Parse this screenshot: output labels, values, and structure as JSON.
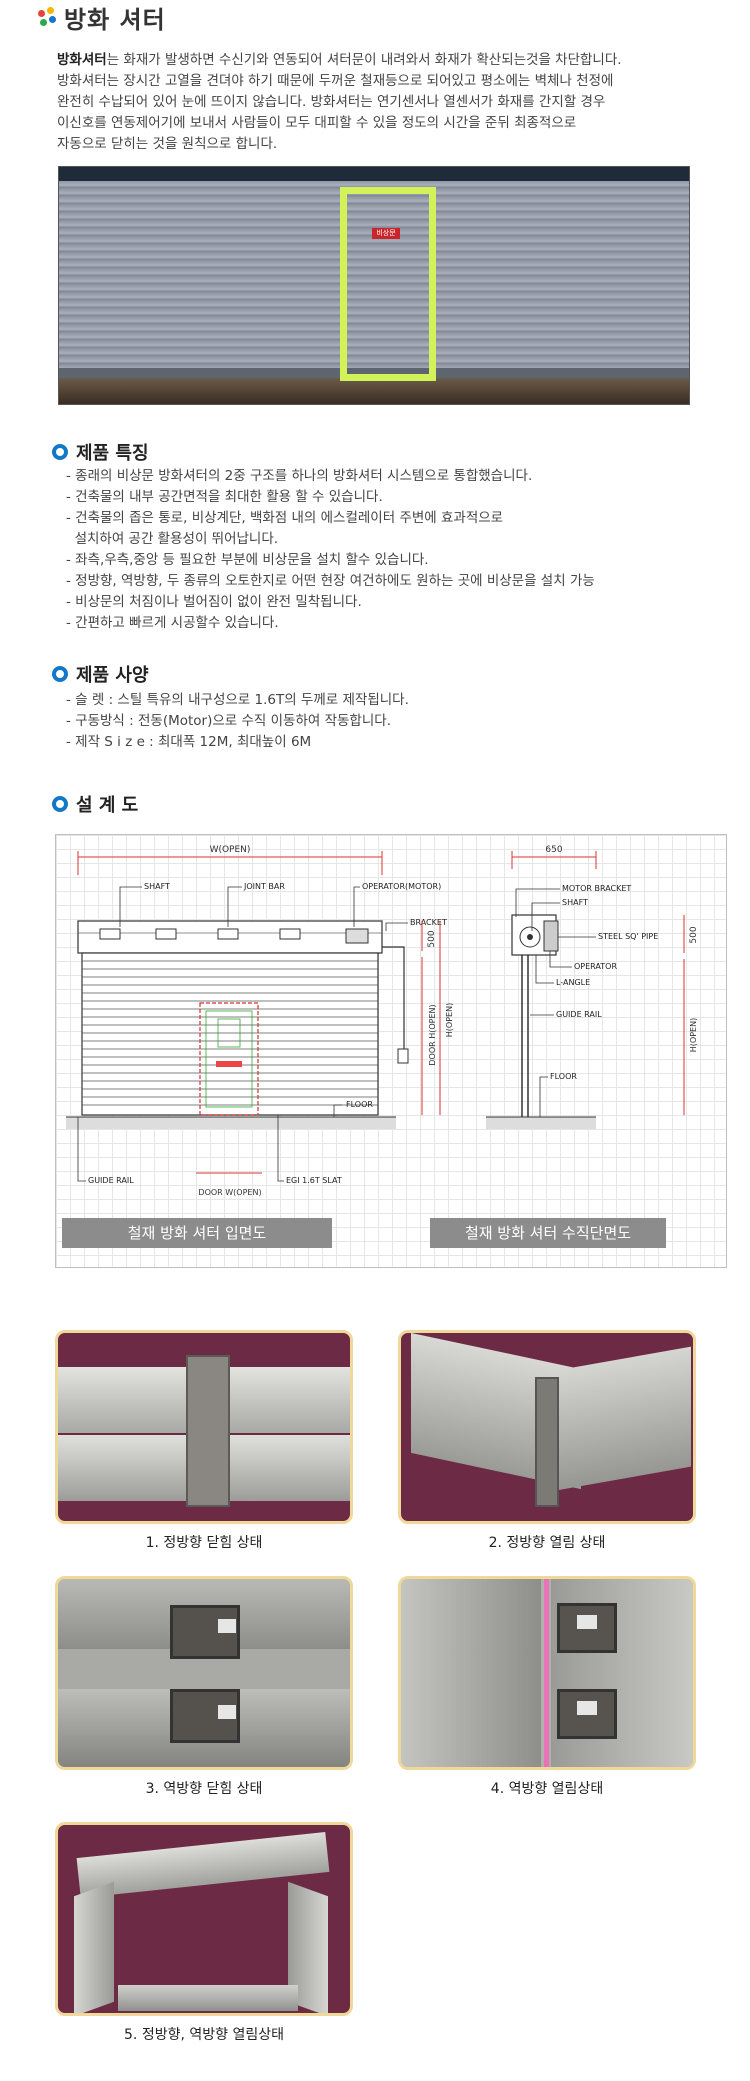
{
  "header": {
    "title": "방화 셔터"
  },
  "intro": {
    "brand": "방화셔터",
    "lines": [
      "는 화재가 발생하면 수신기와 연동되어 셔터문이 내려와서 화재가 확산되는것을 차단합니다.",
      "방화셔터는 장시간 고열을 견뎌야 하기 때문에 두꺼운 철재등으로 되어있고 평소에는 벽체나 천정에",
      "완전히 수납되어 있어 눈에 뜨이지 않습니다. 방화셔터는 연기센서나 열센서가 화재를 간지할 경우",
      "이신호를 연동제어기에 보내서 사람들이 모두 대피할 수 있을 정도의 시간을 준뒤  최종적으로",
      "자동으로 닫히는 것을 원칙으로 합니다."
    ]
  },
  "hero": {
    "door_sign": "비상문"
  },
  "features": {
    "title": "제품 특징",
    "items": [
      "- 종래의 비상문 방화셔터의 2중 구조를 하나의 방화셔터 시스템으로 통합했습니다.",
      "- 건축물의 내부 공간면적을 최대한 활용 할 수 있습니다.",
      "- 건축물의 좁은 통로, 비상계단, 백화점 내의 에스컬레이터 주변에 효과적으로",
      "  설치하여 공간 활용성이 뛰어납니다.",
      "- 좌측,우측,중앙 등 필요한 부분에 비상문을 설치 할수 있습니다.",
      "- 정방향, 역방향, 두 종류의 오토한지로 어떤 현장 여건하에도 원하는 곳에 비상문을 설치 가능",
      "- 비상문의 처짐이나 벌어짐이 없이 완전 밀착됩니다.",
      "- 간편하고 빠르게 시공할수 있습니다."
    ]
  },
  "specs": {
    "title": "제품 사양",
    "items": [
      "- 슬 렛 : 스틸 특유의 내구성으로 1.6T의 두께로 제작됩니다.",
      "- 구동방식 : 전동(Motor)으로 수직 이동하여 작동합니다.",
      "- 제작 S i z e : 최대폭 12M, 최대높이 6M"
    ]
  },
  "design": {
    "title": "설 계 도",
    "front": {
      "w_open": "W(OPEN)",
      "shaft": "SHAFT",
      "joint_bar": "JOINT BAR",
      "operator": "OPERATOR(MOTOR)",
      "bracket": "BRACKET",
      "dim_500": "500",
      "door_h": "DOOR H(OPEN)",
      "h_open": "H(OPEN)",
      "floor": "FLOOR",
      "guide_rail": "GUIDE RAIL",
      "door_w": "DOOR W(OPEN)",
      "slat": "EGI 1.6T SLAT",
      "caption": "철재 방화 셔터 입면도"
    },
    "side": {
      "dim_650": "650",
      "motor_bracket": "MOTOR BRACKET",
      "shaft": "SHAFT",
      "steel_pipe": "STEEL SQ' PIPE",
      "operator": "OPERATOR",
      "l_angle": "L-ANGLE",
      "guide_rail": "GUIDE RAIL",
      "dim_500": "500",
      "h_open": "H(OPEN)",
      "floor": "FLOOR",
      "caption": "철재 방화 셔터 수직단면도"
    }
  },
  "photos": [
    {
      "caption": "1. 정방향 닫힘 상태"
    },
    {
      "caption": "2. 정방향 열림 상태"
    },
    {
      "caption": "3. 역방향 닫힘 상태"
    },
    {
      "caption": "4. 역방향 열림상태"
    },
    {
      "caption": "5. 정방향, 역방향 열림상태"
    }
  ],
  "colors": {
    "accent_blue": "#1477c7",
    "door_frame": "#d3f25a",
    "photo_border": "#f0d79a",
    "caption_bar": "#8c8c8c"
  }
}
